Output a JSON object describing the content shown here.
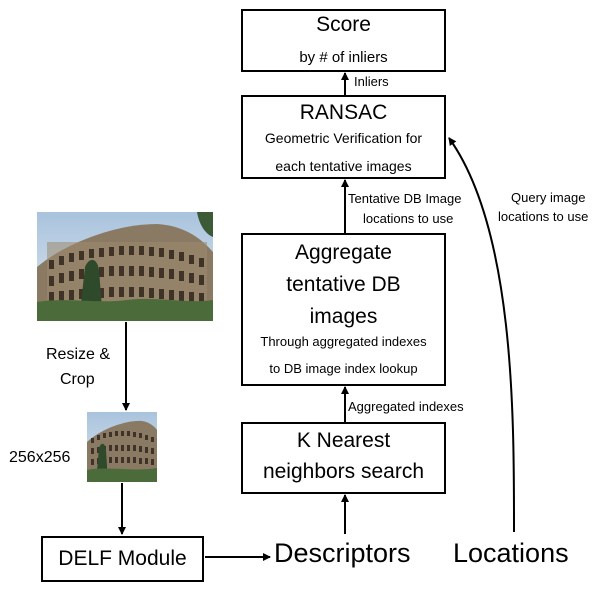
{
  "score": {
    "title": "Score",
    "subtitle": "by # of inliers"
  },
  "ransac": {
    "title": "RANSAC",
    "line1": "Geometric Verification for",
    "line2": "each tentative images"
  },
  "aggregate": {
    "title1": "Aggregate",
    "title2": "tentative DB",
    "title3": "images",
    "line1": "Through aggregated indexes",
    "line2": "to DB image index lookup"
  },
  "knn": {
    "line1": "K Nearest",
    "line2": "neighbors search"
  },
  "delf": {
    "label": "DELF Module"
  },
  "labels": {
    "inliers": "Inliers",
    "tentative1": "Tentative DB Image",
    "tentative2": "locations to use",
    "query1": "Query image",
    "query2": "locations to use",
    "aggregated_indexes": "Aggregated indexes",
    "resize1": "Resize &",
    "resize2": "Crop",
    "size": "256x256",
    "descriptors": "Descriptors",
    "locations": "Locations"
  },
  "icons": {
    "input_image": "colosseum-photo",
    "resized_image": "colosseum-photo-small"
  }
}
